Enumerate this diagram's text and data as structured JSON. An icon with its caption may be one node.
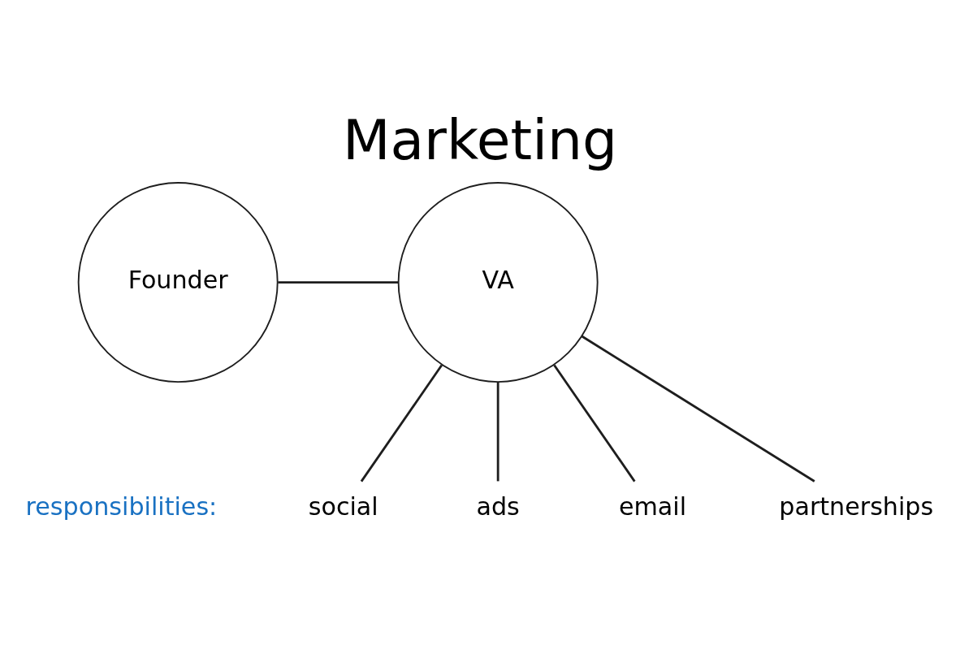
{
  "diagram": {
    "title": "Marketing",
    "nodes": [
      {
        "text": [
          "Founder"
        ]
      },
      {
        "text": [
          "VA"
        ]
      },
      {
        "text": [
          "social"
        ]
      },
      {
        "text": [
          "ads"
        ]
      },
      {
        "text": [
          "email"
        ]
      },
      {
        "text": [
          "partnerships"
        ]
      }
    ],
    "edges": [
      {
        "from": 0,
        "to": 1,
        "arrow": "none"
      },
      {
        "from": 1,
        "to": 2,
        "arrow": "none"
      },
      {
        "from": 1,
        "to": 3,
        "arrow": "none"
      },
      {
        "from": 1,
        "to": 4,
        "arrow": "none"
      },
      {
        "from": 1,
        "to": 5,
        "arrow": "none"
      }
    ],
    "labels": [
      "responsibilities:"
    ]
  }
}
